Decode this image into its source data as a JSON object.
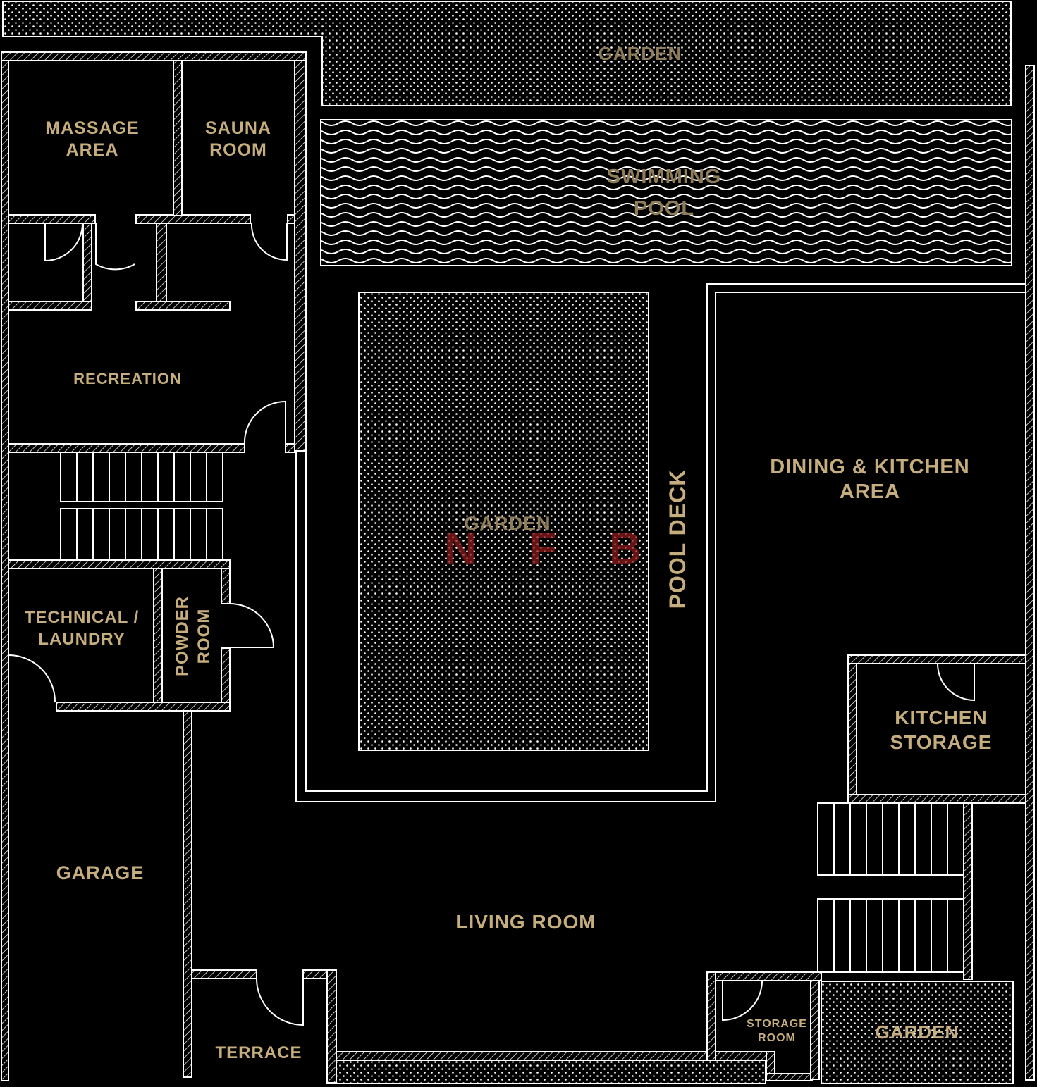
{
  "watermark": "NFB",
  "rooms": {
    "garden_top": "GARDEN",
    "massage_1": "MASSAGE",
    "massage_2": "AREA",
    "sauna_1": "SAUNA",
    "sauna_2": "ROOM",
    "pool_1": "SWIMMING",
    "pool_2": "POOL",
    "recreation": "RECREATION",
    "garden_center": "GARDEN",
    "pool_deck": "POOL DECK",
    "dining_1": "DINING & KITCHEN",
    "dining_2": "AREA",
    "technical_1": "TECHNICAL /",
    "technical_2": "LAUNDRY",
    "powder_1": "POWDER",
    "powder_2": "ROOM",
    "kitchen_storage_1": "KITCHEN",
    "kitchen_storage_2": "STORAGE",
    "garage": "GARAGE",
    "living_room": "LIVING ROOM",
    "terrace": "TERRACE",
    "storage_1": "STORAGE",
    "storage_2": "ROOM",
    "garden_bottom": "GARDEN"
  },
  "colors": {
    "background": "#000000",
    "walls": "#ffffff",
    "labels": "#c6ad7e",
    "watermark": "#8b1a1a"
  }
}
